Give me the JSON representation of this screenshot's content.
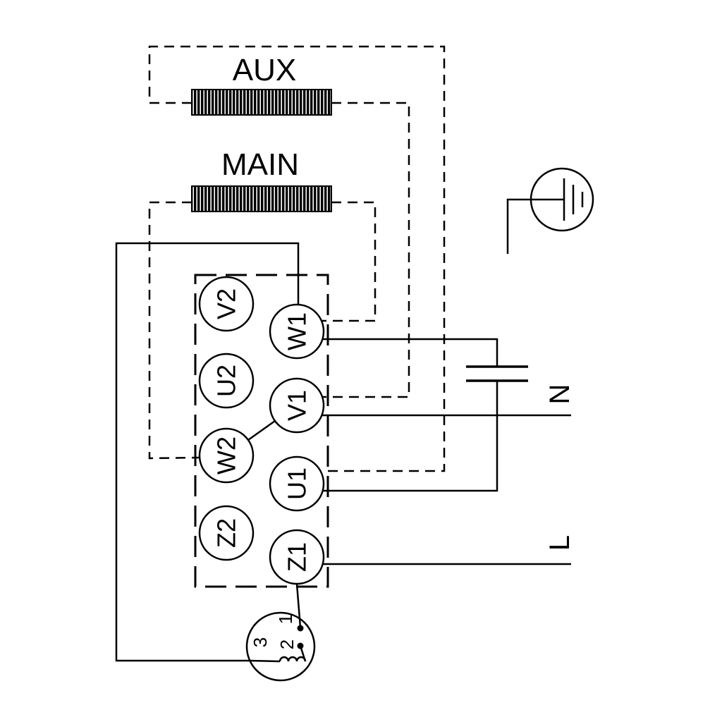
{
  "windings": {
    "aux_label": "AUX",
    "main_label": "MAIN"
  },
  "terminal_block": {
    "left_column": [
      "V2",
      "U2",
      "W2",
      "Z2"
    ],
    "right_column": [
      "W1",
      "V1",
      "U1",
      "Z1"
    ]
  },
  "supply": {
    "neutral_label": "N",
    "line_label": "L"
  },
  "thermal_protector": {
    "terminal_1": "1",
    "terminal_2": "2",
    "terminal_3": "3"
  },
  "colors": {
    "line": "#000000",
    "background": "#ffffff"
  }
}
